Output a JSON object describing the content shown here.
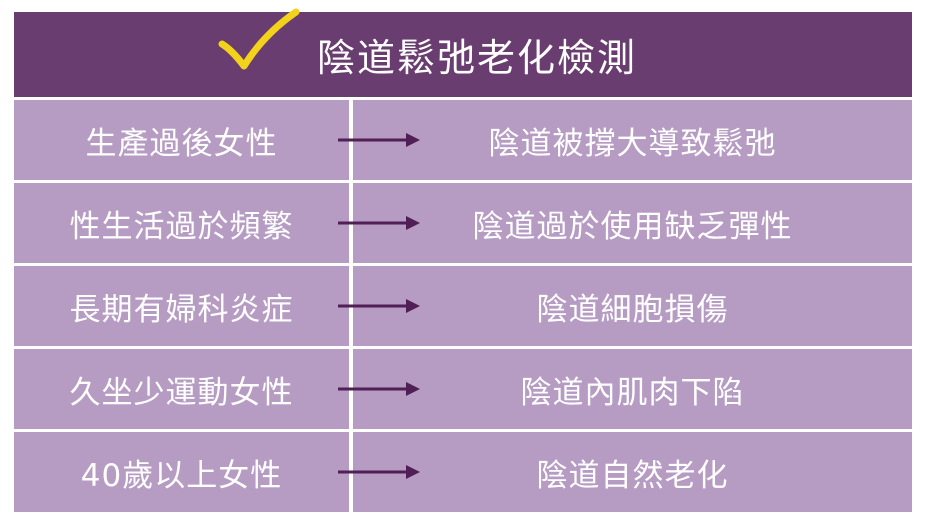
{
  "title": "陰道鬆弛老化檢測",
  "icons": {
    "check": "checkmark-icon",
    "arrow": "arrow-right-icon"
  },
  "colors": {
    "header": "#6a3d70",
    "cell": "#b69bc3",
    "check": "#f2d21b",
    "arrow": "#4f1f55"
  },
  "rows": [
    {
      "cause": "生產過後女性",
      "effect": "陰道被撐大導致鬆弛"
    },
    {
      "cause": "性生活過於頻繁",
      "effect": "陰道過於使用缺乏彈性"
    },
    {
      "cause": "長期有婦科炎症",
      "effect": "陰道細胞損傷"
    },
    {
      "cause": "久坐少運動女性",
      "effect": "陰道內肌肉下陷"
    },
    {
      "cause": "40歲以上女性",
      "effect": "陰道自然老化"
    }
  ]
}
